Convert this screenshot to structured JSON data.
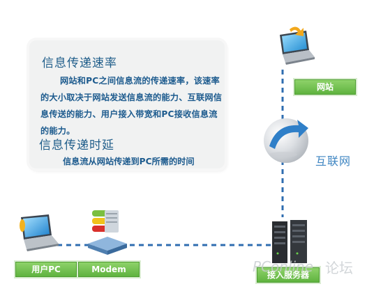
{
  "panel": {
    "heading_rate": "信息传递速率",
    "body_rate": "网站和PC之间信息流的传递速率，该速率的大小取决于网站发送信息流的能力、互联网信息传送的能力、用户接入带宽和PC接收信息流的能力。",
    "heading_delay": "信息传递时延",
    "body_delay": "信息流从网站传递到PC所需的时间"
  },
  "nodes": {
    "website_label": "网站",
    "internet_label": "互联网",
    "user_pc_label": "用户PC",
    "modem_label": "Modem",
    "access_server_label": "接入服务器"
  },
  "watermark": {
    "brand": "PConline",
    "forum": "论坛"
  },
  "colors": {
    "heading": "#1f5d8a",
    "label_green": "#5fb33f",
    "link_line": "#2f6db0",
    "internet_text": "#3f86c2"
  },
  "icons": [
    "laptop-website-icon",
    "internet-globe-icon",
    "laptop-user-icon",
    "modem-icon",
    "server-rack-icon"
  ]
}
